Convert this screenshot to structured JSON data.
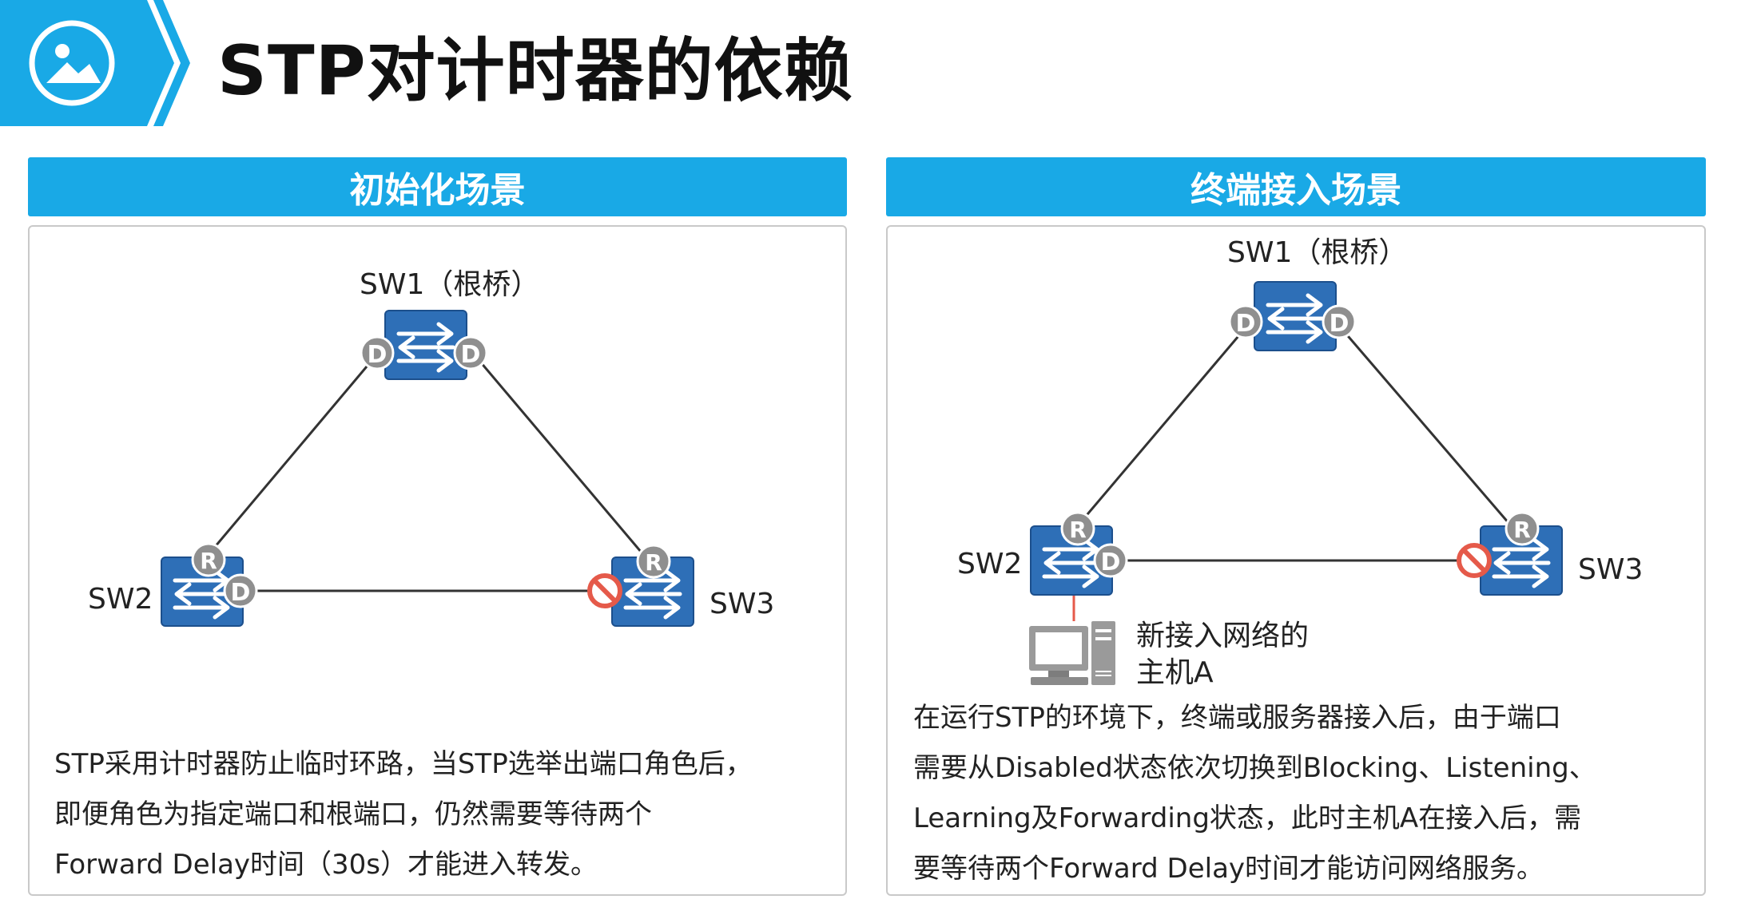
{
  "title": "STP对计时器的依赖",
  "colors": {
    "accent": "#19a9e6",
    "switch": "#2e6fb7",
    "port_badge": "#8f8f8f",
    "blocked": "#e55a4a"
  },
  "icons": {
    "logo": "image-icon",
    "switch": "switch-icon",
    "host": "computer-icon",
    "blocked": "blocked-port-icon"
  },
  "left": {
    "header": "初始化场景",
    "sw1_label": "SW1（根桥）",
    "sw2_label": "SW2",
    "sw3_label": "SW3",
    "port_designated": "D",
    "port_root": "R",
    "description": [
      "STP采用计时器防止临时环路，当STP选举出端口角色后，",
      "即便角色为指定端口和根端口，仍然需要等待两个",
      "Forward Delay时间（30s）才能进入转发。"
    ]
  },
  "right": {
    "header": "终端接入场景",
    "sw1_label": "SW1（根桥）",
    "sw2_label": "SW2",
    "sw3_label": "SW3",
    "port_designated": "D",
    "port_root": "R",
    "host_label_line1": "新接入网络的",
    "host_label_line2": "主机A",
    "description": [
      "在运行STP的环境下，终端或服务器接入后，由于端口",
      "需要从Disabled状态依次切换到Blocking、Listening、",
      "Learning及Forwarding状态，此时主机A在接入后，需",
      "要等待两个Forward  Delay时间才能访问网络服务。"
    ]
  }
}
